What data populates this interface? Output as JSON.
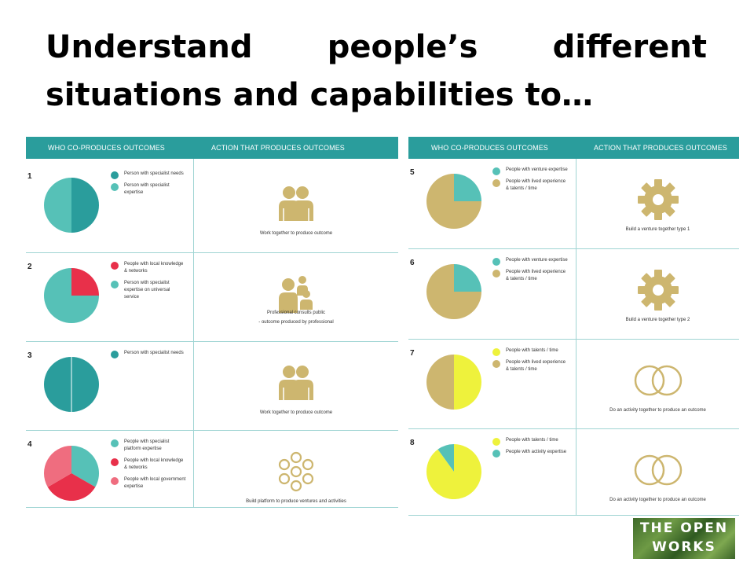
{
  "title": "Understand people’s different situations and capabilities to…",
  "columns": {
    "who": "WHO CO-PRODUCES OUTCOMES",
    "action": "ACTION THAT PRODUCES OUTCOMES"
  },
  "colors": {
    "teal_dark": "#2a9d9c",
    "teal_light": "#56c1b7",
    "red": "#e8304a",
    "pink": "#ef6d7f",
    "gold": "#cdb66f",
    "yellow": "#eef23c"
  },
  "rows": [
    {
      "num": "1",
      "legend": [
        {
          "label": "Person with specialist needs",
          "color": "#2a9d9c"
        },
        {
          "label": "Person with specialist expertise",
          "color": "#56c1b7"
        }
      ],
      "pie": [
        0.5,
        0.5
      ],
      "icon": "two-people-icon",
      "caption": [
        "Work together to produce outcome"
      ]
    },
    {
      "num": "2",
      "legend": [
        {
          "label": "People with local knowledge & networks",
          "color": "#e8304a"
        },
        {
          "label": "Person with specialist expertise on universal service",
          "color": "#56c1b7"
        }
      ],
      "pie": [
        0.25,
        0.75
      ],
      "icon": "person-with-group-icon",
      "caption": [
        "Professional consults public",
        "- outcome produced by professional"
      ]
    },
    {
      "num": "3",
      "legend": [
        {
          "label": "Person with specialist needs",
          "color": "#2a9d9c"
        }
      ],
      "pie": [
        1.0
      ],
      "icon": "two-people-icon",
      "caption": [
        "Work together to produce outcome"
      ]
    },
    {
      "num": "4",
      "legend": [
        {
          "label": "People with specialist platform expertise",
          "color": "#56c1b7"
        },
        {
          "label": "People with local knowledge & networks",
          "color": "#e8304a"
        },
        {
          "label": "People with local government expertise",
          "color": "#ef6d7f"
        }
      ],
      "pie": [
        0.333,
        0.333,
        0.334
      ],
      "icon": "circle-network-icon",
      "caption": [
        "Build platform to produce ventures and activities"
      ]
    },
    {
      "num": "5",
      "legend": [
        {
          "label": "People with venture expertise",
          "color": "#56c1b7"
        },
        {
          "label": "People with lived experience & talents / time",
          "color": "#cdb66f"
        }
      ],
      "pie": [
        0.25,
        0.75
      ],
      "icon": "gear-icon",
      "caption": [
        "Build a venture together type 1"
      ]
    },
    {
      "num": "6",
      "legend": [
        {
          "label": "People with venture expertise",
          "color": "#56c1b7"
        },
        {
          "label": "People with lived experience & talents / time",
          "color": "#cdb66f"
        }
      ],
      "pie": [
        0.25,
        0.75
      ],
      "icon": "gear-icon",
      "caption": [
        "Build a venture together type 2"
      ]
    },
    {
      "num": "7",
      "legend": [
        {
          "label": "People with talents / time",
          "color": "#eef23c"
        },
        {
          "label": "People with lived experience & talents / time",
          "color": "#cdb66f"
        }
      ],
      "pie": [
        0.5,
        0.5
      ],
      "icon": "interlocking-rings-icon",
      "caption": [
        "Do an activity together to produce an outcome"
      ]
    },
    {
      "num": "8",
      "legend": [
        {
          "label": "People with talents / time",
          "color": "#eef23c"
        },
        {
          "label": "People with activity expertise",
          "color": "#56c1b7"
        }
      ],
      "pie": [
        0.9,
        0.1
      ],
      "icon": "interlocking-rings-icon",
      "caption": [
        "Do an activity together to produce an outcome"
      ]
    }
  ],
  "logo": [
    "THE OPEN",
    "WORKS"
  ]
}
